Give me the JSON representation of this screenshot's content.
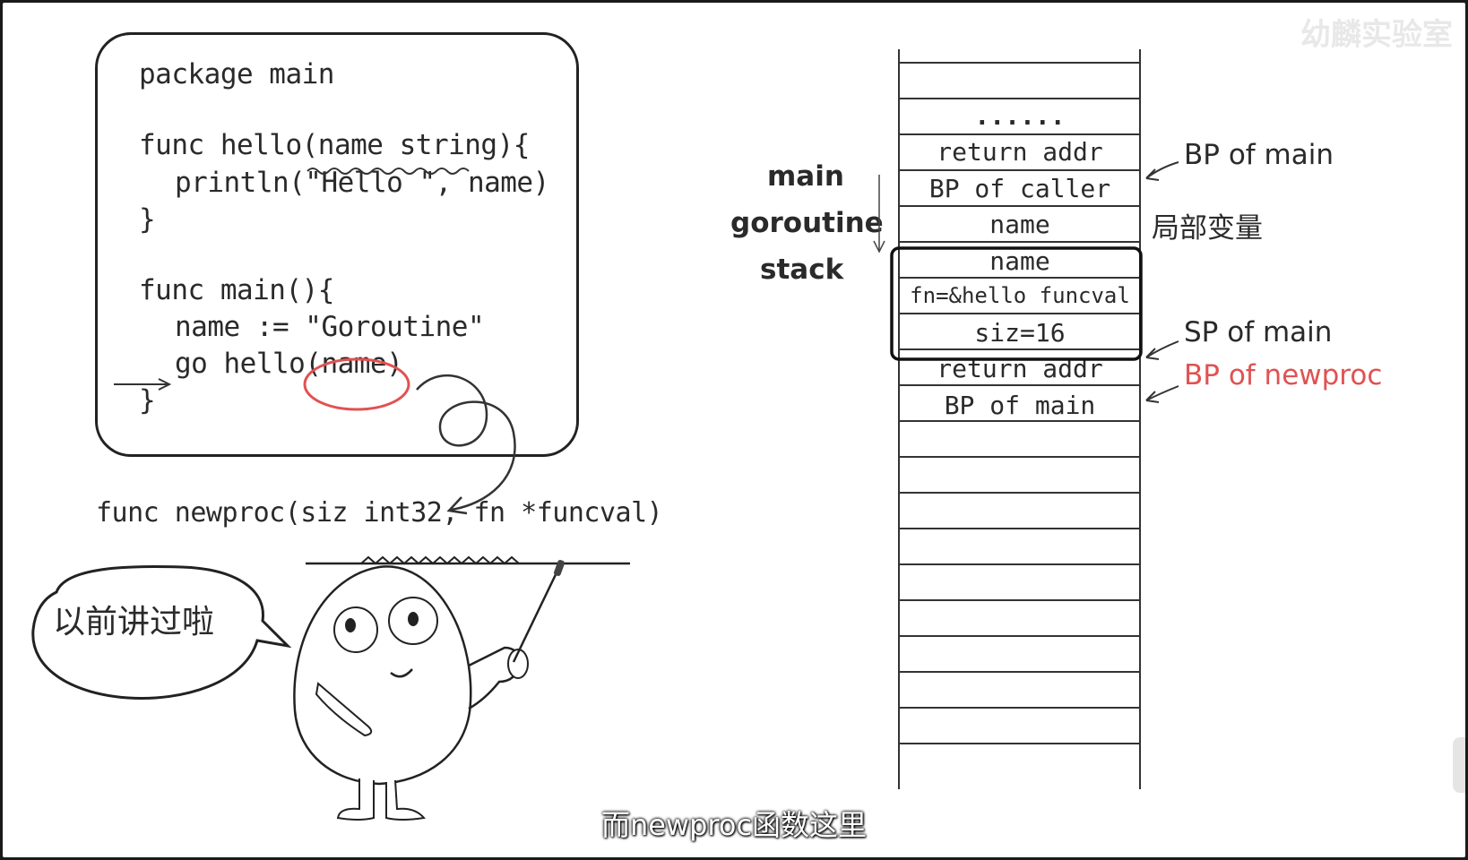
{
  "code": {
    "line1": "package main",
    "line2": "func hello(name string){",
    "line3": "println(\"Hello \", name)",
    "line4": "}",
    "line5": "func main(){",
    "line6": "name := \"Goroutine\"",
    "line7_prefix": "go hello",
    "line7_arg": "(name)",
    "line8": "}"
  },
  "newproc_signature": "func newproc(siz int32, fn *funcval)",
  "speech_bubble": "以前讲过啦",
  "stack_title": {
    "line1": "main",
    "line2": "goroutine",
    "line3": "stack"
  },
  "stack_cells": [
    "......",
    "return addr",
    "BP of caller",
    "name",
    "name",
    "fn=&hello funcval",
    "siz=16",
    "return addr",
    "BP of main"
  ],
  "annotations": {
    "bp_of_main": "BP of main",
    "local_vars": "局部变量",
    "sp_of_main": "SP of main",
    "bp_of_newproc": "BP of newproc"
  },
  "subtitle": "而newproc函数这里",
  "watermark": "幼麟实验室",
  "colors": {
    "highlight_red": "#e05252",
    "ink": "#2a2a2a"
  }
}
